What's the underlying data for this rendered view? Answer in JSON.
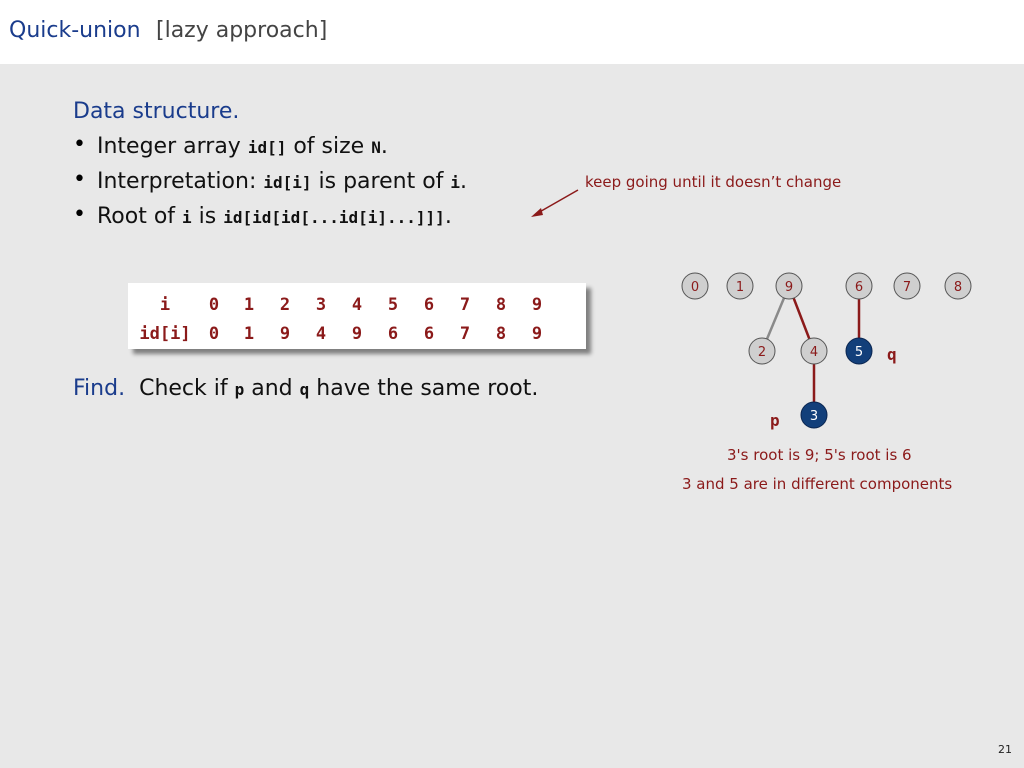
{
  "header": {
    "title": "Quick-union",
    "subtitle": "[lazy approach]"
  },
  "data_structure": {
    "heading": "Data structure.",
    "bullets": [
      {
        "pre": "Integer array ",
        "code": "id[]",
        "mid": " of size ",
        "code2": "N",
        "post": "."
      },
      {
        "pre": "Interpretation: ",
        "code": "id[i]",
        "mid": " is parent of ",
        "code2": "i",
        "post": "."
      },
      {
        "pre": "Root of ",
        "code": "i",
        "mid": " is ",
        "code2": "id[id[id[...id[i]...]]]",
        "post": "."
      }
    ]
  },
  "annotation": {
    "keep_going": "keep going until it doesn’t change"
  },
  "table": {
    "row_labels": [
      "i",
      "id[i]"
    ],
    "indices": [
      "0",
      "1",
      "2",
      "3",
      "4",
      "5",
      "6",
      "7",
      "8",
      "9"
    ],
    "values": [
      "0",
      "1",
      "9",
      "4",
      "9",
      "6",
      "6",
      "7",
      "8",
      "9"
    ]
  },
  "find": {
    "heading": "Find.",
    "pre": "Check if ",
    "code": "p",
    "mid": " and ",
    "code2": "q",
    "post": " have the same root."
  },
  "tree": {
    "nodes": [
      {
        "id": "0",
        "style": "gray"
      },
      {
        "id": "1",
        "style": "gray"
      },
      {
        "id": "9",
        "style": "gray"
      },
      {
        "id": "6",
        "style": "gray"
      },
      {
        "id": "7",
        "style": "gray"
      },
      {
        "id": "8",
        "style": "gray"
      },
      {
        "id": "2",
        "style": "gray"
      },
      {
        "id": "4",
        "style": "gray"
      },
      {
        "id": "5",
        "style": "blue"
      },
      {
        "id": "3",
        "style": "blue"
      }
    ],
    "edges": [
      {
        "from": "2",
        "to": "9",
        "color": "gray"
      },
      {
        "from": "4",
        "to": "9",
        "color": "red"
      },
      {
        "from": "3",
        "to": "4",
        "color": "red"
      },
      {
        "from": "5",
        "to": "6",
        "color": "red"
      }
    ],
    "label_p": "p",
    "label_q": "q",
    "caption1": "3's root is 9; 5's root is 6",
    "caption2": "3 and 5 are in different components"
  },
  "colors": {
    "title_blue": "#1a3c8c",
    "annotation_red": "#8b1a1a",
    "node_gray": "#cfcfcf",
    "node_blue": "#123f7a",
    "edge_gray": "#8a8a8a",
    "edge_red": "#8b1a1a"
  },
  "page_number": "21"
}
